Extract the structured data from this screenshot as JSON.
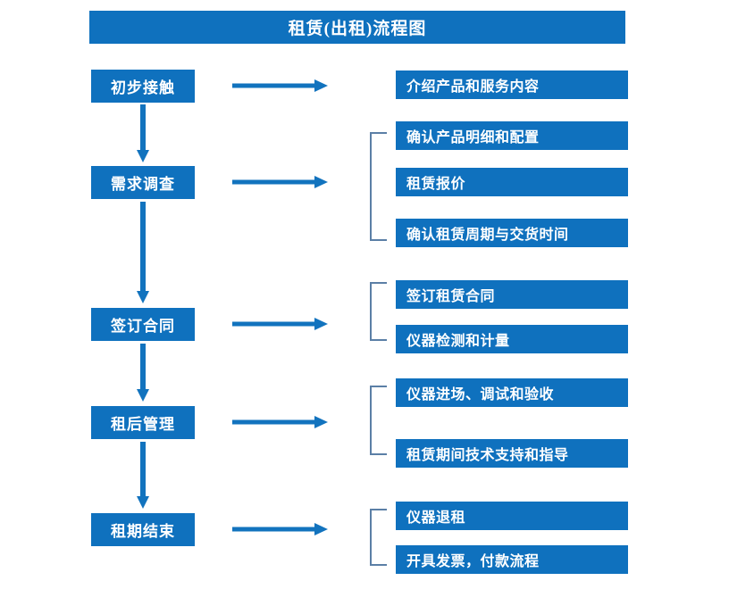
{
  "title": "租赁(出租)流程图",
  "colors": {
    "box_fill": "#0f71be",
    "box_text": "#ffffff",
    "arrow": "#1273be",
    "bracket": "#5b7fa6",
    "background": "#ffffff"
  },
  "stages": [
    {
      "label": "初步接触"
    },
    {
      "label": "需求调查"
    },
    {
      "label": "签订合同"
    },
    {
      "label": "租后管理"
    },
    {
      "label": "租期结束"
    }
  ],
  "details": [
    {
      "label": "介绍产品和服务内容"
    },
    {
      "label": "确认产品明细和配置"
    },
    {
      "label": "租赁报价"
    },
    {
      "label": "确认租赁周期与交货时间"
    },
    {
      "label": "签订租赁合同"
    },
    {
      "label": "仪器检测和计量"
    },
    {
      "label": "仪器进场、调试和验收"
    },
    {
      "label": "租赁期间技术支持和指导"
    },
    {
      "label": "仪器退租"
    },
    {
      "label": "开具发票，付款流程"
    }
  ],
  "icons": {
    "right_arrow": "right-arrow-icon",
    "down_arrow": "down-arrow-icon",
    "bracket": "group-bracket-icon"
  }
}
